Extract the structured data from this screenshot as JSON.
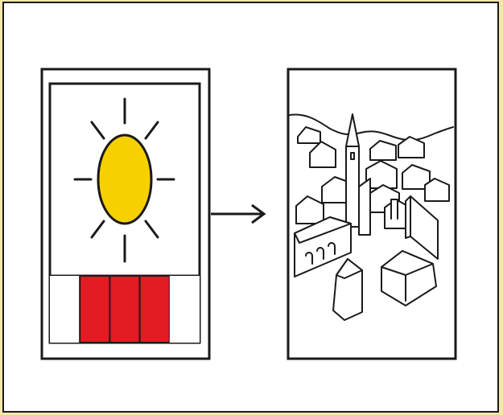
{
  "diagram": {
    "left_card": {
      "icon": "sun-icon",
      "sun_color": "#f7d000",
      "level_total_segments": 5,
      "level_filled_segments": [
        1,
        2,
        3
      ],
      "level_fill_color": "#e31b23"
    },
    "connector": {
      "icon": "arrow-right-icon",
      "direction": "left-to-right"
    },
    "right_card": {
      "icon": "village-icon",
      "line_color": "#1a1a1a"
    }
  }
}
